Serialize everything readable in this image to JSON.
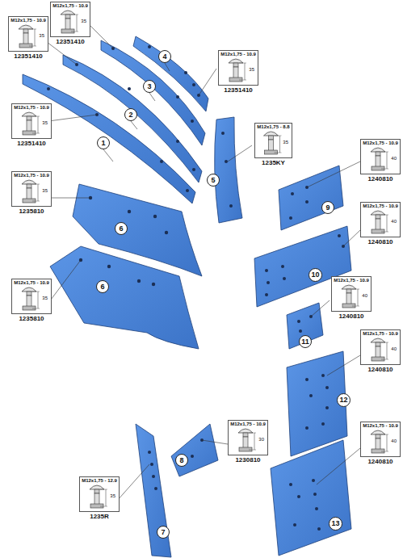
{
  "diagram": {
    "nodes": [
      {
        "text": [
          "M12x1,75 - 10.9",
          "35",
          "12351410"
        ]
      },
      {
        "text": [
          "M12x1,75 - 10.9",
          "35",
          "12351410"
        ]
      },
      {
        "text": [
          "M12x1,75 - 10.9",
          "35",
          "12351410"
        ]
      },
      {
        "text": [
          "4"
        ]
      },
      {
        "text": [
          "3"
        ]
      },
      {
        "text": [
          "M12x1,75 - 10.9",
          "35",
          "12351410"
        ]
      },
      {
        "text": [
          "2"
        ]
      },
      {
        "text": [
          "1"
        ]
      },
      {
        "text": [
          "M12x1,75 - 8.8",
          "35",
          "1235KY"
        ]
      },
      {
        "text": [
          "M12x1,75 - 10.9",
          "40",
          "1240810"
        ]
      },
      {
        "text": [
          "M12x1,75 - 10.9",
          "35",
          "1235810"
        ]
      },
      {
        "text": [
          "5"
        ]
      },
      {
        "text": [
          "9"
        ]
      },
      {
        "text": [
          "6"
        ]
      },
      {
        "text": [
          "M12x1,75 - 10.9",
          "40",
          "1240810"
        ]
      },
      {
        "text": [
          "10"
        ]
      },
      {
        "text": [
          "M12x1,75 - 10.9",
          "35",
          "1235810"
        ]
      },
      {
        "text": [
          "M12x1,75 - 10.9",
          "40",
          "1240810"
        ]
      },
      {
        "text": [
          "6"
        ]
      },
      {
        "text": [
          "11"
        ]
      },
      {
        "text": [
          "M12x1,75 - 10.9",
          "40",
          "1240810"
        ]
      },
      {
        "text": [
          "12"
        ]
      },
      {
        "text": [
          "M12x1,75 - 10.9",
          "30",
          "1230810"
        ]
      },
      {
        "text": [
          "M12x1,75 - 10.9",
          "40",
          "1240810"
        ]
      },
      {
        "text": [
          "M12x1,75 - 12.9",
          "35",
          "1235R"
        ]
      },
      {
        "text": [
          "8"
        ]
      },
      {
        "text": [
          "13"
        ]
      },
      {
        "text": [
          "7"
        ]
      }
    ]
  }
}
